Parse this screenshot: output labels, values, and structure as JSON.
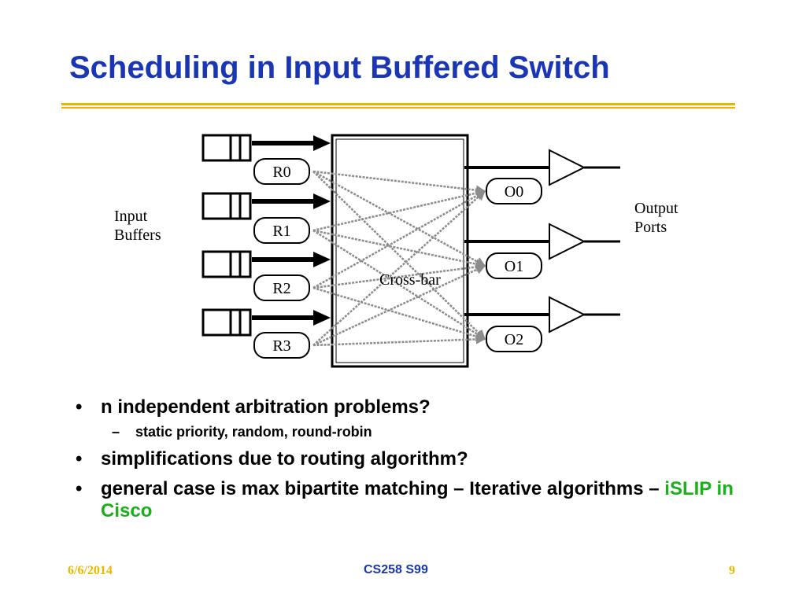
{
  "slide": {
    "title": "Scheduling in Input Buffered Switch"
  },
  "diagram": {
    "left_label": [
      "Input",
      "Buffers"
    ],
    "right_label": [
      "Output",
      "Ports"
    ],
    "center_label": "Cross-bar",
    "requesters": [
      "R0",
      "R1",
      "R2",
      "R3"
    ],
    "outputs": [
      "O0",
      "O1",
      "O2"
    ]
  },
  "bullets": {
    "b1": "n independent arbitration problems?",
    "b1_sub": "static priority, random, round-robin",
    "b2": "simplifications due to routing algorithm?",
    "b3_text": "general case is max bipartite matching – Iterative algorithms – ",
    "b3_highlight": "iSLIP in Cisco"
  },
  "footer": {
    "date": "6/6/2014",
    "course": "CS258 S99",
    "page": "9"
  },
  "colors": {
    "title": "#1a36b4",
    "rule": "#e8b800",
    "highlight": "#19b019",
    "arrow_gray": "#8c8c8c"
  }
}
